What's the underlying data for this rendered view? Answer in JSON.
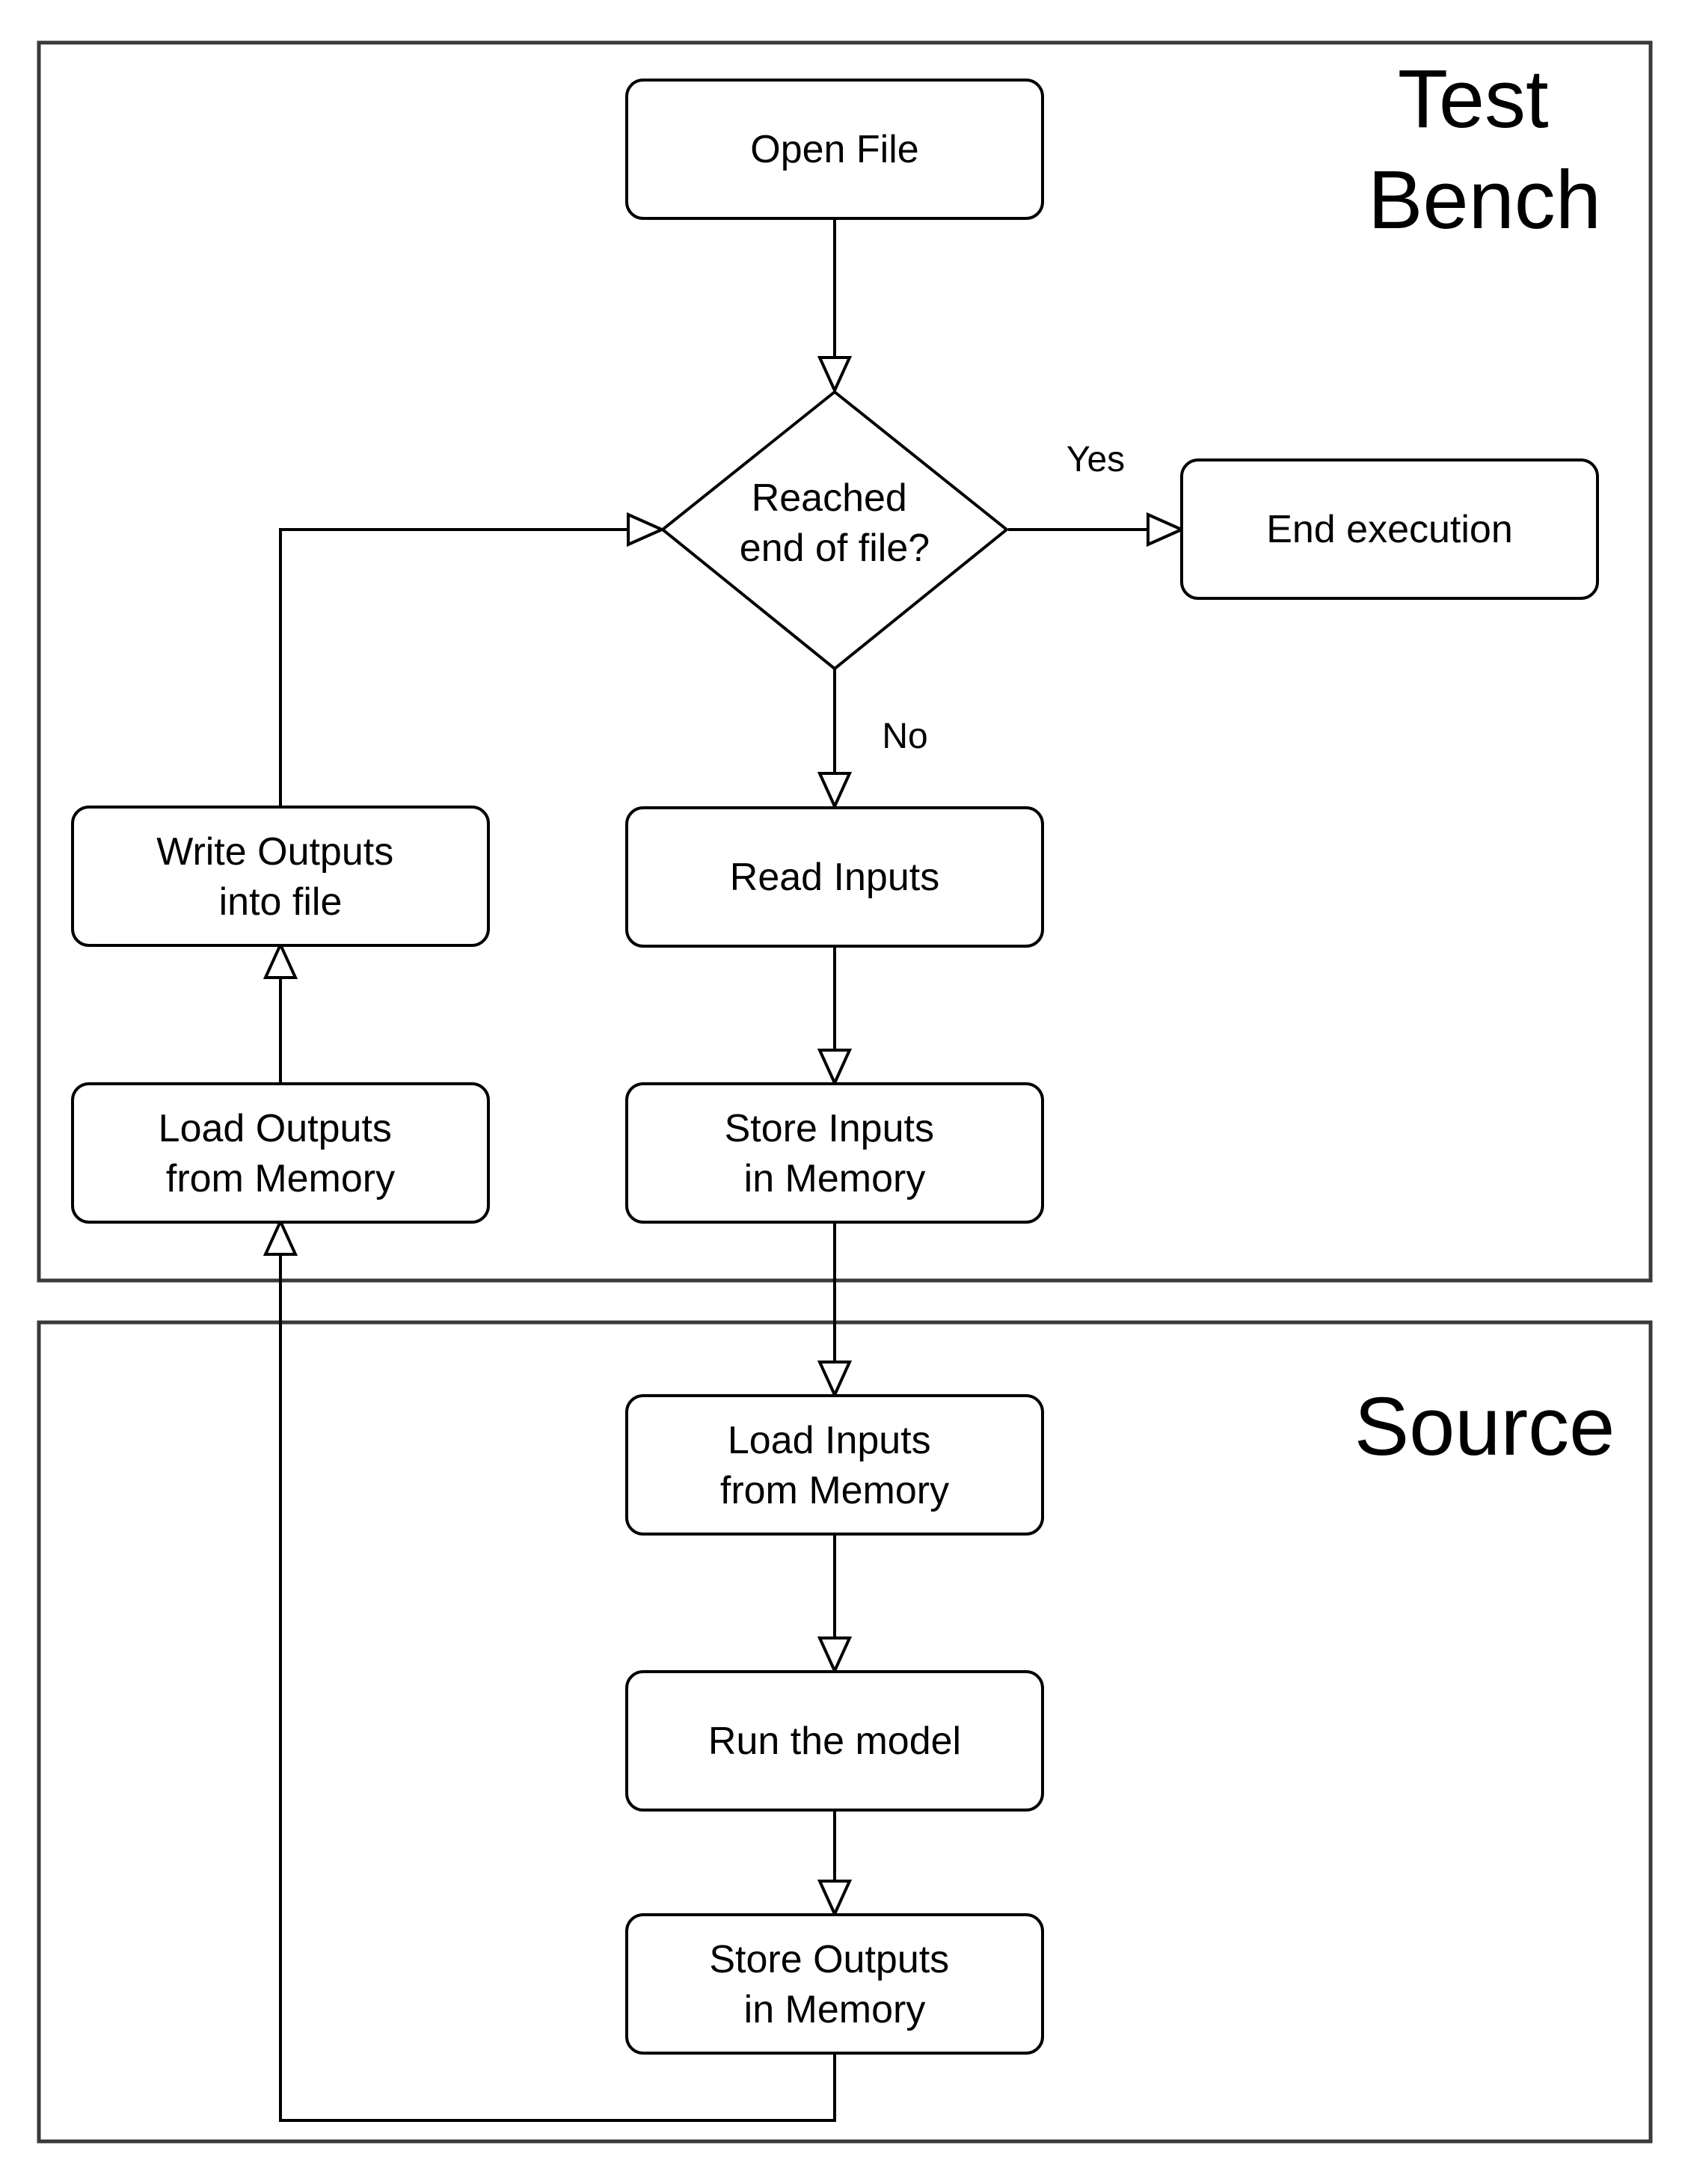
{
  "regions": {
    "test_bench": {
      "title_line1": "Test",
      "title_line2": "Bench"
    },
    "source": {
      "title": "Source"
    }
  },
  "nodes": {
    "open_file": {
      "line1": "Open File"
    },
    "reached_end": {
      "line1": "Reached",
      "line2": "end of file?"
    },
    "end_execution": {
      "line1": "End execution"
    },
    "read_inputs": {
      "line1": "Read Inputs"
    },
    "store_inputs": {
      "line1": "Store Inputs",
      "line2": "in Memory"
    },
    "write_outputs": {
      "line1": "Write Outputs",
      "line2": "into file"
    },
    "load_outputs": {
      "line1": "Load Outputs",
      "line2": "from Memory"
    },
    "load_inputs": {
      "line1": "Load Inputs",
      "line2": "from Memory"
    },
    "run_model": {
      "line1": "Run the model"
    },
    "store_outputs": {
      "line1": "Store Outputs",
      "line2": "in Memory"
    }
  },
  "edge_labels": {
    "yes": "Yes",
    "no": "No"
  }
}
